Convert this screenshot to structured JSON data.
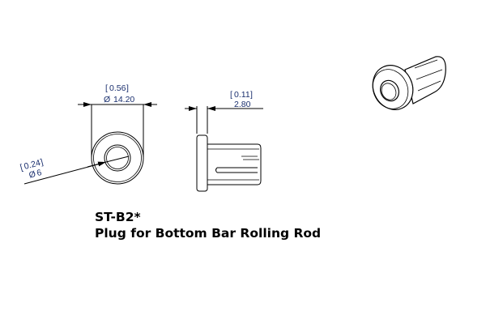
{
  "dimensions": {
    "outer_diameter": {
      "inch": "0.56",
      "mm": "14.20"
    },
    "inner_diameter": {
      "inch": "0.24",
      "mm": "6"
    },
    "flange_thickness": {
      "inch": "0.11",
      "mm": "2.80"
    },
    "diameter_symbol": "Ø"
  },
  "part": {
    "code": "ST-B2*",
    "name": "Plug for Bottom Bar Rolling Rod"
  }
}
